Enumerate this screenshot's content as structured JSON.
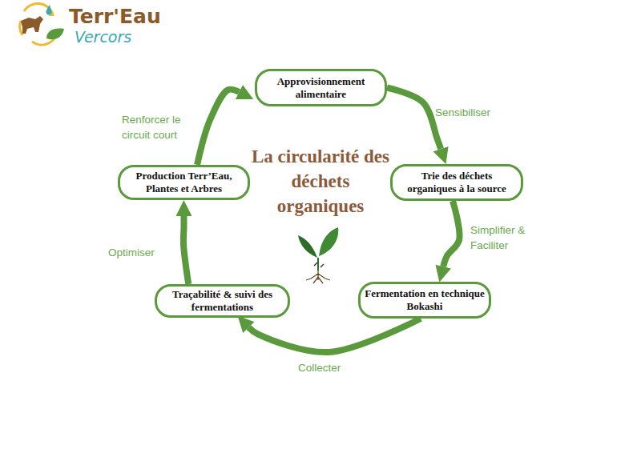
{
  "diagram": {
    "title": "La circularité des déchets organiques",
    "nodes": [
      {
        "text": [
          "Approvisionnement alimentaire"
        ]
      },
      {
        "text": [
          "Trie des déchets organiques à la source"
        ]
      },
      {
        "text": [
          "Fermentation en technique Bokashi"
        ]
      },
      {
        "text": [
          "Traçabilité & suivi des fermentations"
        ]
      },
      {
        "text": [
          "Production Terr’Eau, Plantes et Arbres"
        ]
      }
    ],
    "edges": [
      {
        "from": 0,
        "to": 1,
        "label": "Sensibiliser",
        "arrow": "to"
      },
      {
        "from": 1,
        "to": 2,
        "label": "Simplifier & Faciliter",
        "arrow": "to"
      },
      {
        "from": 2,
        "to": 3,
        "label": "Collecter",
        "arrow": "to"
      },
      {
        "from": 3,
        "to": 4,
        "label": "Optimiser",
        "arrow": "to"
      },
      {
        "from": 4,
        "to": 0,
        "label": "Renforcer le circuit court",
        "arrow": "to"
      }
    ],
    "labels": [
      "Terr'Eau",
      "Vercors"
    ]
  }
}
